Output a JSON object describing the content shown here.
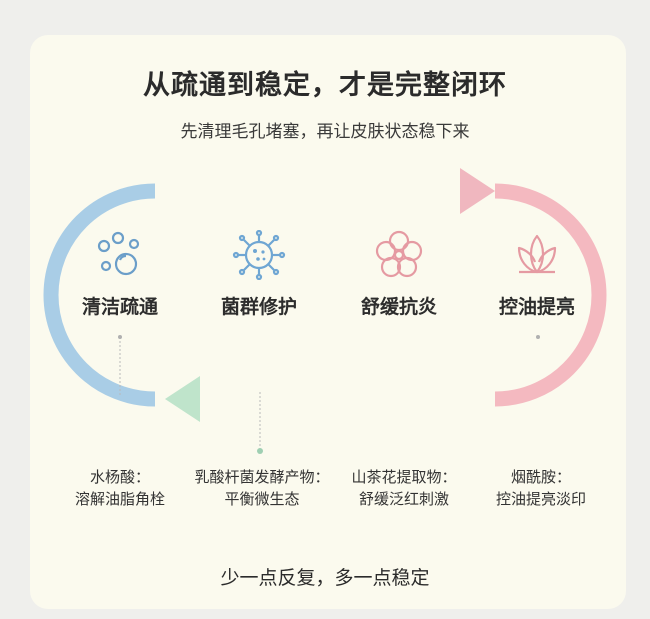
{
  "header": {
    "title": "从疏通到稳定，才是完整闭环",
    "subtitle": "先清理毛孔堵塞，再让皮肤状态稳下来"
  },
  "steps": [
    {
      "label": "清洁疏通",
      "icon": "bubbles-icon",
      "color": "#6b9ec9"
    },
    {
      "label": "菌群修护",
      "icon": "bacteria-icon",
      "color": "#7aaed6"
    },
    {
      "label": "舒缓抗炎",
      "icon": "flower-icon",
      "color": "#e7a0a6"
    },
    {
      "label": "控油提亮",
      "icon": "lotus-icon",
      "color": "#e7a0a6"
    }
  ],
  "ingredients": [
    {
      "name": "水杨酸：",
      "effect": "溶解油脂角栓"
    },
    {
      "name": "乳酸杆菌发酵产物：",
      "effect": "平衡微生态"
    },
    {
      "name": "山茶花提取物：",
      "effect": "舒缓泛红刺激"
    },
    {
      "name": "烟酰胺：",
      "effect": "控油提亮淡印"
    }
  ],
  "footer": "少一点反复，多一点稳定",
  "colors": {
    "blue": "#a9cde6",
    "pink": "#f4b9c0",
    "green": "#bfe4cb",
    "card": "#fbfaee"
  }
}
